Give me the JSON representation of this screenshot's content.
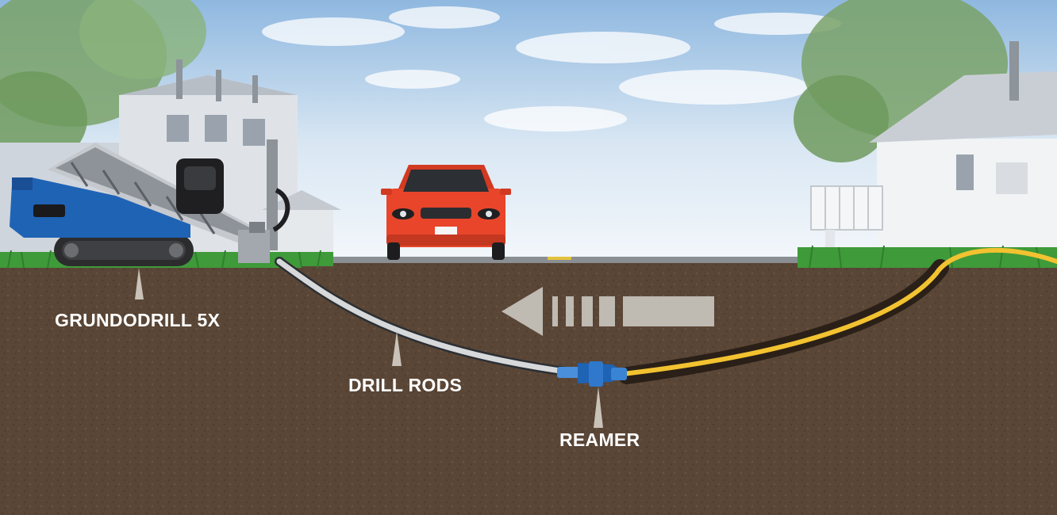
{
  "labels": {
    "machine": "GRUNDODRILL 5X",
    "rods": "DRILL RODS",
    "reamer": "REAMER"
  },
  "colors": {
    "sky_top": "#8fb8e0",
    "sky_bottom": "#f3f7fb",
    "soil": "#5a4636",
    "grass": "#3f9a3a",
    "road": "#8a8f94",
    "machine_blue": "#1f63b5",
    "car_red": "#e8452a",
    "pipe_yellow": "#f2c230",
    "rod_grey": "#d6d8da",
    "tunnel_dark": "#2a2018",
    "arrow": "#cbc7c0"
  },
  "icons": {
    "direction": "pullback-arrow-left",
    "reamer": "reamer-tool",
    "machine": "drill-rig",
    "vehicle": "car-front"
  }
}
